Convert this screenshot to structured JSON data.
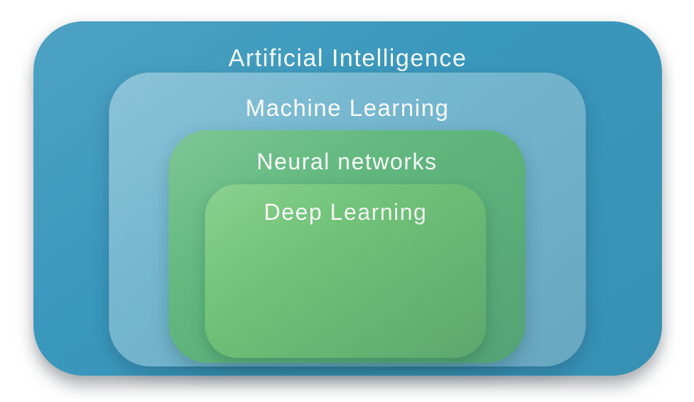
{
  "diagram": {
    "type": "nested-containment",
    "text_color": "#ffffff",
    "background_color": "#ffffff",
    "layers": [
      {
        "label": "Artificial Intelligence",
        "color": "#3a98bc"
      },
      {
        "label": "Machine Learning",
        "color": "#75b7cf"
      },
      {
        "label": "Neural networks",
        "color": "#62b97e"
      },
      {
        "label": "Deep Learning",
        "color": "#73c67a"
      }
    ]
  }
}
